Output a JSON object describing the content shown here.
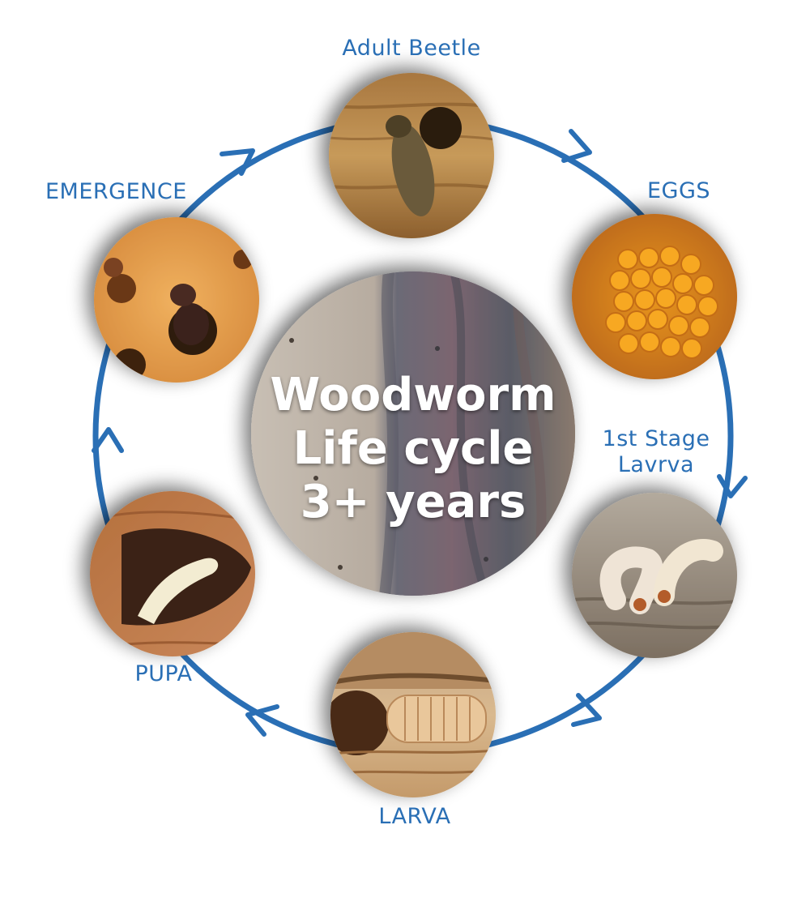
{
  "diagram": {
    "center": {
      "line1": "Woodworm",
      "line2": "Life cycle",
      "line3": "3+ years"
    },
    "stages": {
      "adult_beetle": "Adult Beetle",
      "eggs": "EGGS",
      "first_stage_line1": "1st Stage",
      "first_stage_line2": "Lavrva",
      "larva": "LARVA",
      "pupa": "PUPA",
      "emergence": "EMERGENCE"
    },
    "colors": {
      "accent": "#2a6fb5"
    }
  }
}
